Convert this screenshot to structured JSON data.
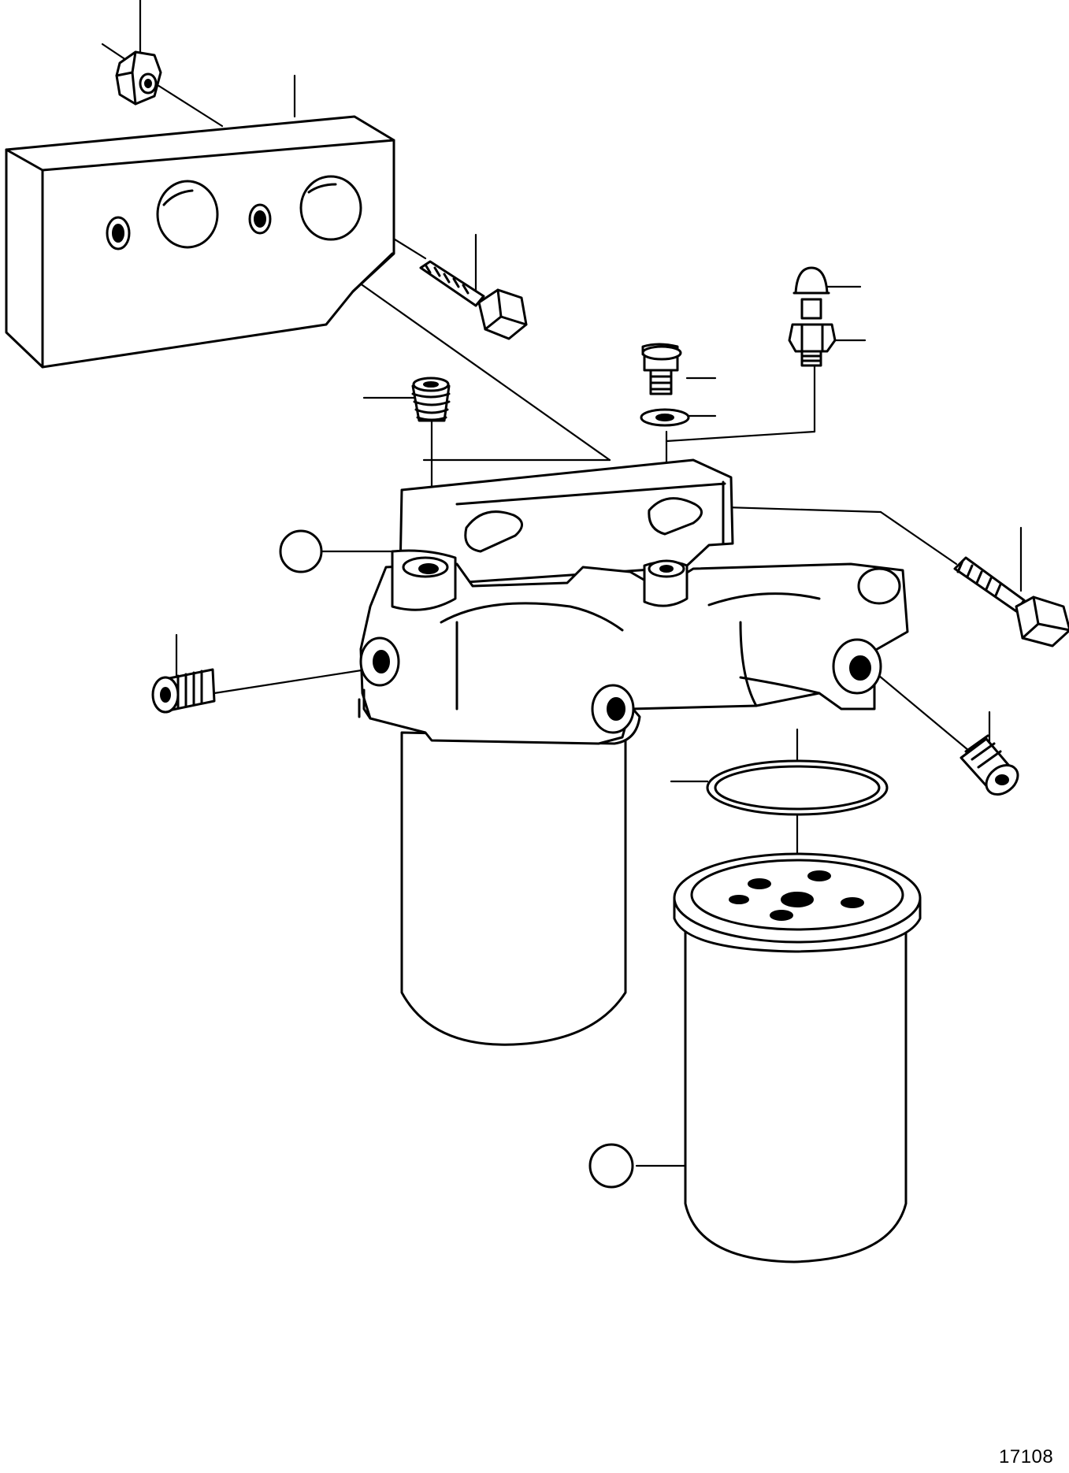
{
  "figure_number": "17108",
  "colors": {
    "line": "#000000",
    "background": "#ffffff"
  },
  "reference_circles": [
    "reference-circle-bracket",
    "reference-circle-filter"
  ]
}
